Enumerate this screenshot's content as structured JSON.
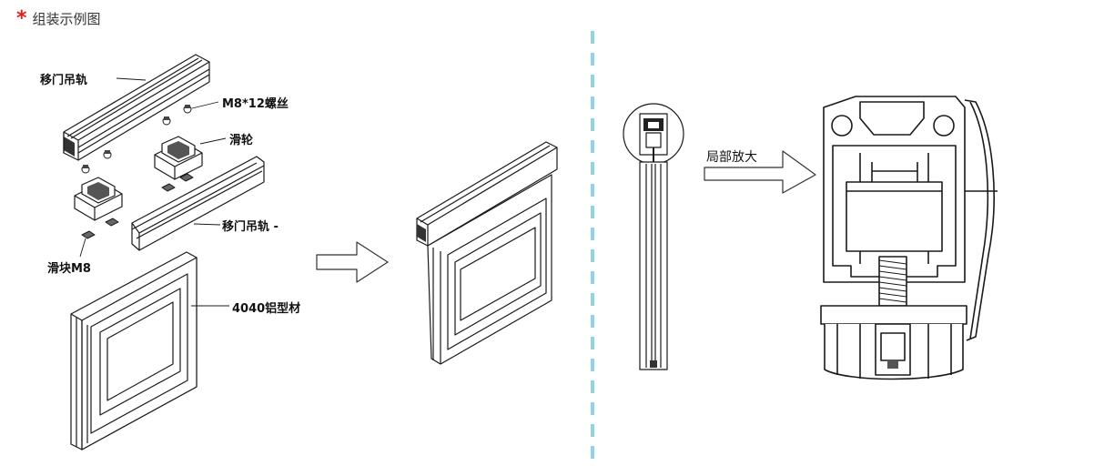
{
  "header": {
    "title": "组装示例图",
    "marker_color": "#e02020"
  },
  "labels": {
    "hanging_rail_top": "移门吊轨",
    "screw": "M8*12螺丝",
    "pulley": "滑轮",
    "hanging_rail_mid": "移门吊轨 -",
    "slider": "滑块M8",
    "profile": "4040铝型材",
    "zoom": "局部放大"
  },
  "colors": {
    "divider": "#8fd3e6",
    "line": "#1a1a1a",
    "arrow": "#333333"
  },
  "icons": [
    "asterisk-icon",
    "right-arrow-icon"
  ]
}
